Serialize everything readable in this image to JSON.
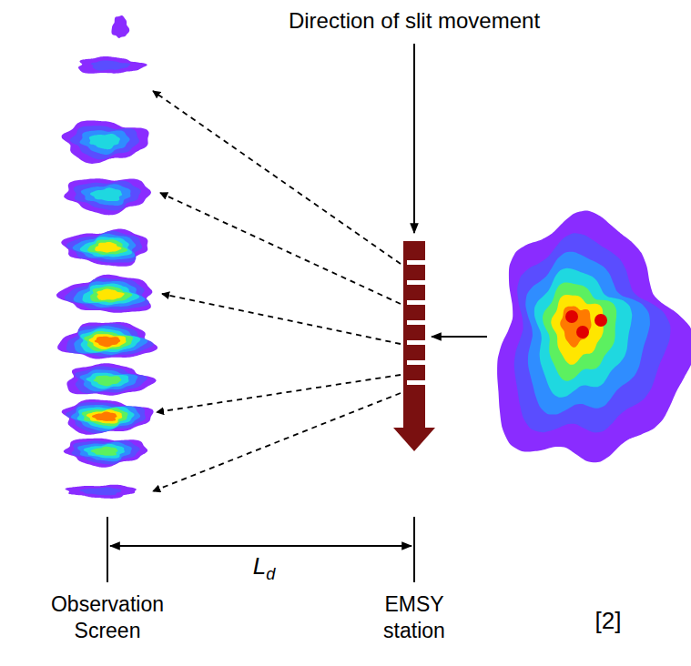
{
  "diagram": {
    "labels": [
      "Direction of slit movement",
      "Ld",
      "Observation Screen",
      "EMSY station",
      "[2]"
    ]
  }
}
